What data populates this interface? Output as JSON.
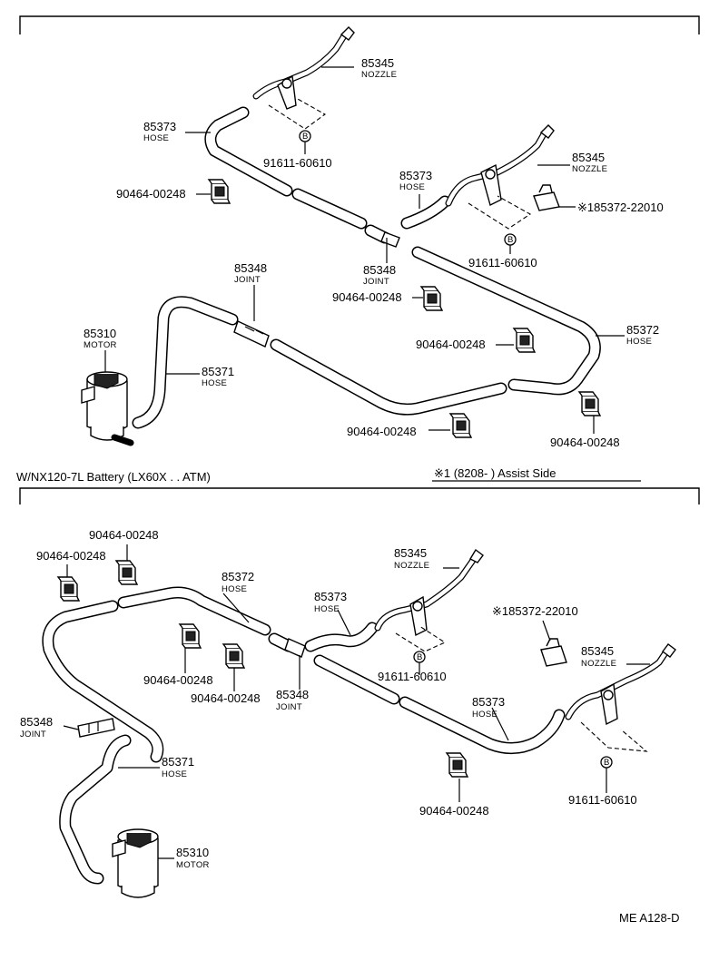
{
  "top": {
    "nozzle_1": {
      "num": "85345",
      "name": "NOZZLE"
    },
    "hose_1": {
      "num": "85373",
      "name": "HOSE"
    },
    "bolt_1": {
      "num": "91611-60610",
      "mark": "B"
    },
    "clamp_1": {
      "num": "90464-00248"
    },
    "hose_2": {
      "num": "85373",
      "name": "HOSE"
    },
    "nozzle_2": {
      "num": "85345",
      "name": "NOZZLE"
    },
    "sensor": {
      "num": "※185372-22010"
    },
    "bolt_2": {
      "num": "91611-60610",
      "mark": "B"
    },
    "joint_1": {
      "num": "85348",
      "name": "JOINT"
    },
    "joint_2": {
      "num": "85348",
      "name": "JOINT"
    },
    "clamp_2": {
      "num": "90464-00248"
    },
    "motor": {
      "num": "85310",
      "name": "MOTOR"
    },
    "hose_3": {
      "num": "85371",
      "name": "HOSE"
    },
    "clamp_3": {
      "num": "90464-00248"
    },
    "hose_4": {
      "num": "85372",
      "name": "HOSE"
    },
    "clamp_4": {
      "num": "90464-00248"
    },
    "clamp_5": {
      "num": "90464-00248"
    }
  },
  "captions": {
    "left": "W/NX120-7L Battery (LX60X . . ATM)",
    "right": "※1 (8208-          ) Assist Side"
  },
  "bottom": {
    "clamp_a": {
      "num": "90464-00248"
    },
    "clamp_b": {
      "num": "90464-00248"
    },
    "hose_372": {
      "num": "85372",
      "name": "HOSE"
    },
    "nozzle_1": {
      "num": "85345",
      "name": "NOZZLE"
    },
    "hose_373a": {
      "num": "85373",
      "name": "HOSE"
    },
    "sensor": {
      "num": "※185372-22010"
    },
    "nozzle_2": {
      "num": "85345",
      "name": "NOZZLE"
    },
    "bolt_1": {
      "num": "91611-60610",
      "mark": "B"
    },
    "clamp_c": {
      "num": "90464-00248"
    },
    "clamp_d": {
      "num": "90464-00248"
    },
    "joint_1": {
      "num": "85348",
      "name": "JOINT"
    },
    "hose_373b": {
      "num": "85373",
      "name": "HOSE"
    },
    "joint_2": {
      "num": "85348",
      "name": "JOINT"
    },
    "hose_371": {
      "num": "85371",
      "name": "HOSE"
    },
    "clamp_e": {
      "num": "90464-00248"
    },
    "bolt_2": {
      "num": "91611-60610",
      "mark": "B"
    },
    "motor": {
      "num": "85310",
      "name": "MOTOR"
    }
  },
  "footer_code": "ME A128-D"
}
